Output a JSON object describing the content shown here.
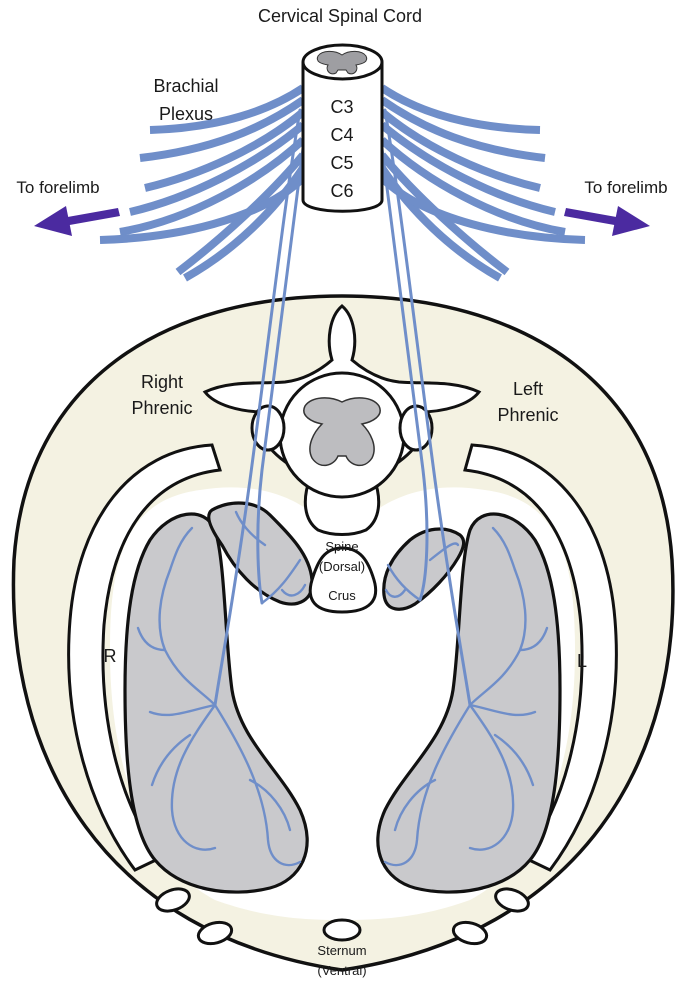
{
  "title": "Cervical Spinal Cord",
  "labels": {
    "brachial_plexus": [
      "Brachial",
      "Plexus"
    ],
    "segments": [
      "C3",
      "C4",
      "C5",
      "C6"
    ],
    "to_forelimb_left": "To forelimb",
    "to_forelimb_right": "To forelimb",
    "right_phrenic": [
      "Right",
      "Phrenic"
    ],
    "left_phrenic": [
      "Left",
      "Phrenic"
    ],
    "spine": [
      "Spine",
      "(Dorsal)"
    ],
    "crus": "Crus",
    "side_right": "R",
    "side_left": "L",
    "sternum": [
      "Sternum",
      "(Ventral)"
    ]
  },
  "colors": {
    "nerve": "#6f8ec9",
    "arrow": "#4b2aa0",
    "body_fill": "#f4f2e2",
    "muscle_fill": "#c9c9cc",
    "outline": "#111111"
  }
}
